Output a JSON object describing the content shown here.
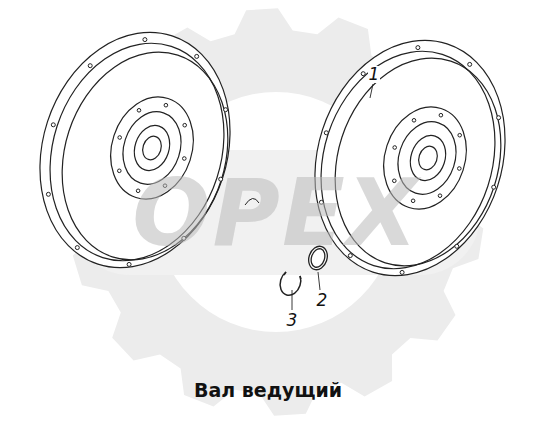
{
  "diagram": {
    "caption": "Вал ведущий",
    "labels": [
      "OPEX",
      "1",
      "2",
      "3"
    ]
  }
}
